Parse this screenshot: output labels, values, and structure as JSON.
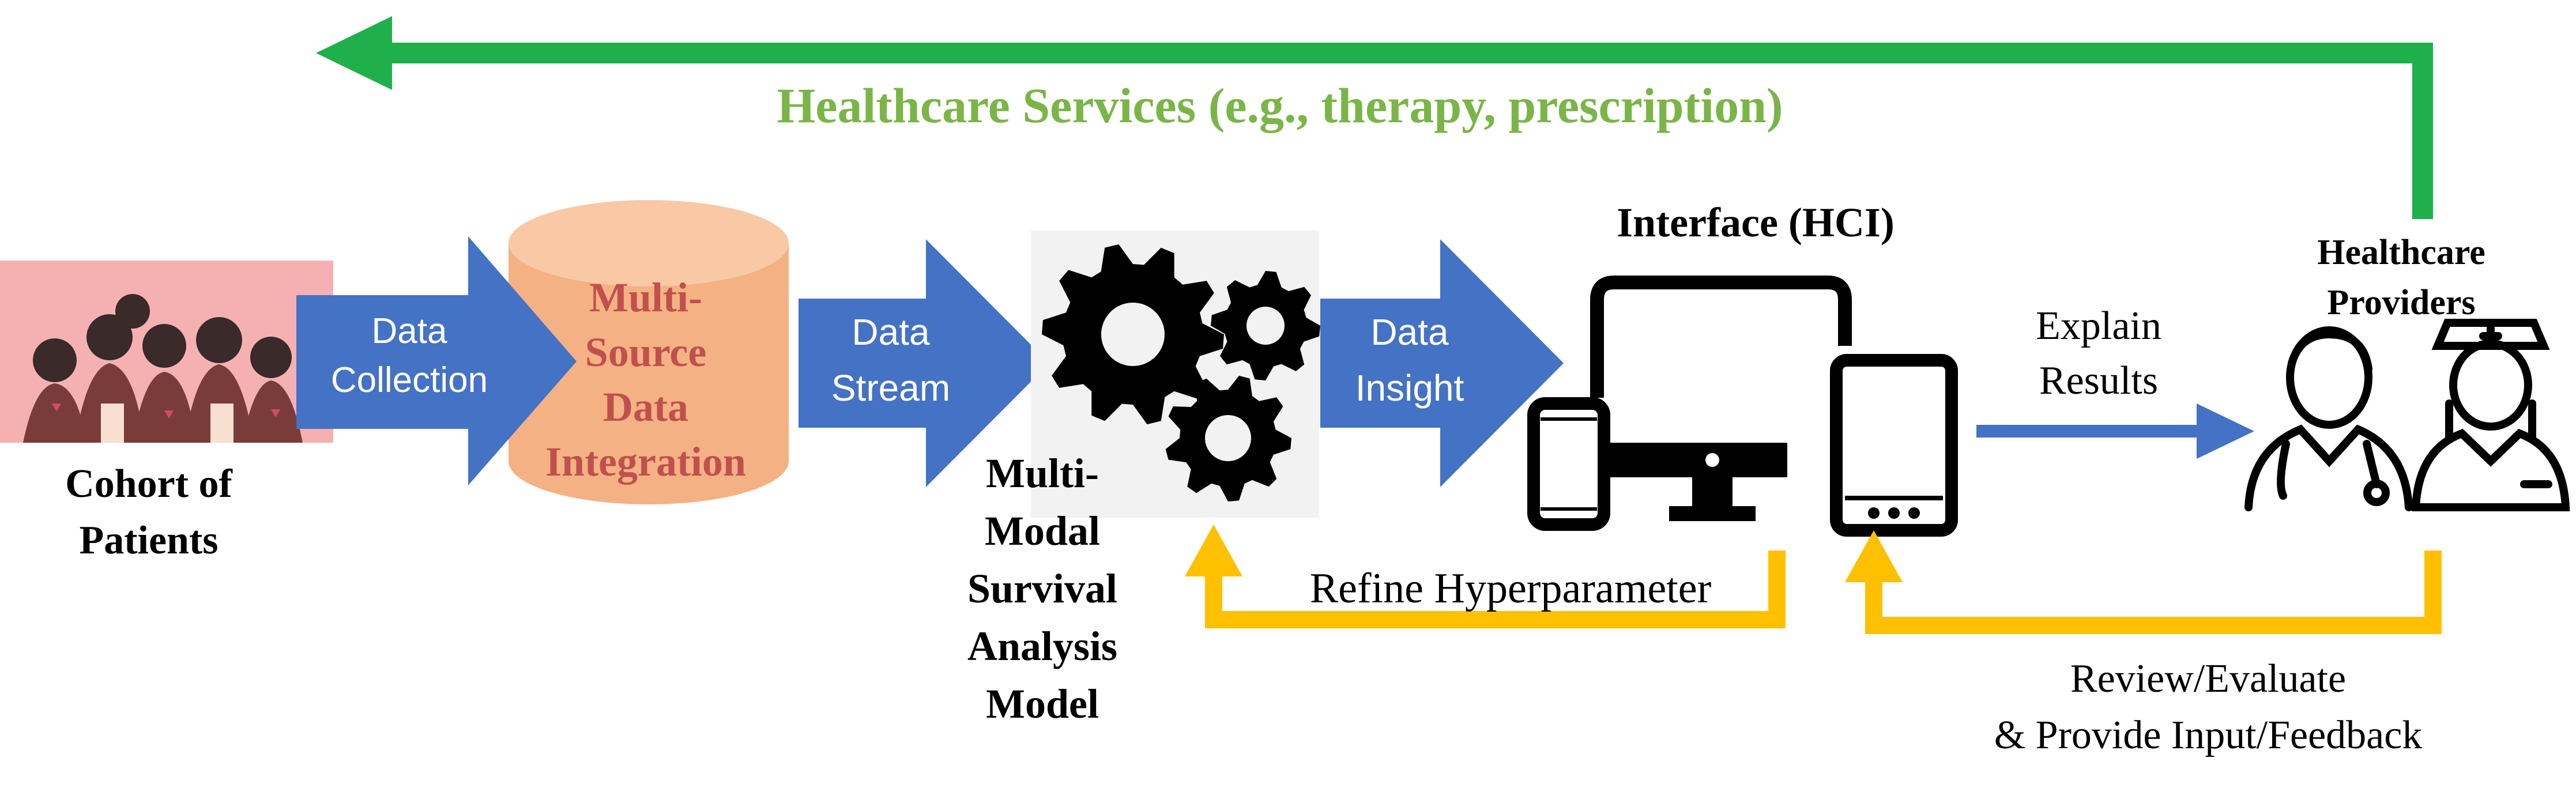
{
  "top_loop": {
    "label": "Healthcare Services (e.g., therapy, prescription)",
    "color": "#1fb04b",
    "label_color": "#7ab547"
  },
  "patients": {
    "label_line1": "Cohort of",
    "label_line2": "Patients",
    "bg_color": "#f5b1b1"
  },
  "arrows": {
    "color": "#4472c4",
    "text_color": "#ffffff",
    "data_collection": [
      "Data",
      "Collection"
    ],
    "data_stream": [
      "Data",
      "Stream"
    ],
    "data_insight": [
      "Data",
      "Insight"
    ]
  },
  "database": {
    "lines": [
      "Multi-",
      "Source",
      "Data",
      "Integration"
    ],
    "fill": "#f4b183",
    "text_color": "#c0504d"
  },
  "model": {
    "lines": [
      "Multi-",
      "Modal",
      "Survival",
      "Analysis",
      "Model"
    ]
  },
  "refine_loop": {
    "label": "Refine Hyperparameter",
    "color": "#ffc000"
  },
  "interface": {
    "title": "Interface (HCI)"
  },
  "explain": {
    "lines": [
      "Explain",
      "Results"
    ]
  },
  "providers": {
    "lines": [
      "Healthcare",
      "Providers"
    ]
  },
  "review_loop": {
    "lines": [
      "Review/Evaluate",
      "& Provide Input/Feedback"
    ],
    "color": "#ffc000"
  }
}
